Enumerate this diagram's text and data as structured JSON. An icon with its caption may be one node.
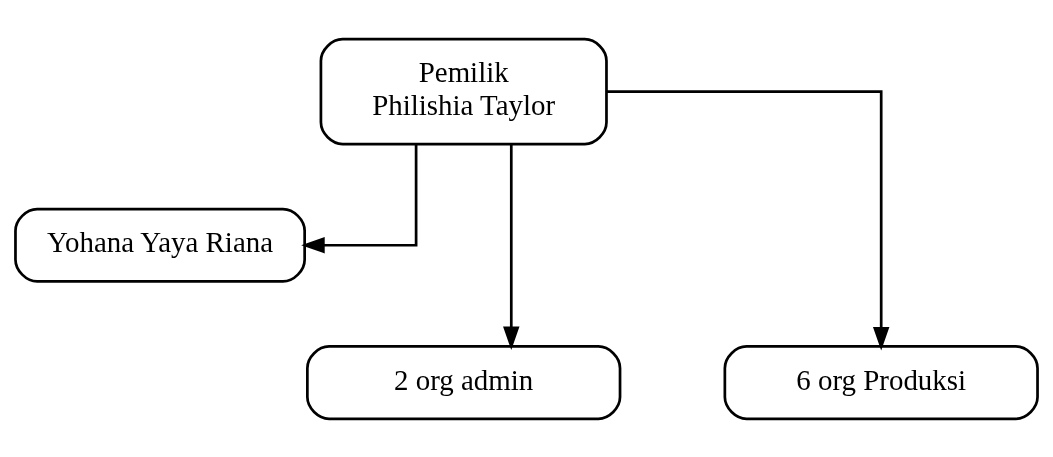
{
  "diagram": {
    "nodes": [
      {
        "text": [
          "Pemilik",
          "Philishia Taylor"
        ]
      },
      {
        "text": [
          "Yohana Yaya Riana"
        ]
      },
      {
        "text": [
          "2 org admin"
        ]
      },
      {
        "text": [
          "6 org Produksi"
        ]
      }
    ],
    "edges": [
      {
        "from": 0,
        "to": 1,
        "arrow": "to"
      },
      {
        "from": 0,
        "to": 2,
        "arrow": "to"
      },
      {
        "from": 0,
        "to": 3,
        "arrow": "to"
      }
    ]
  }
}
